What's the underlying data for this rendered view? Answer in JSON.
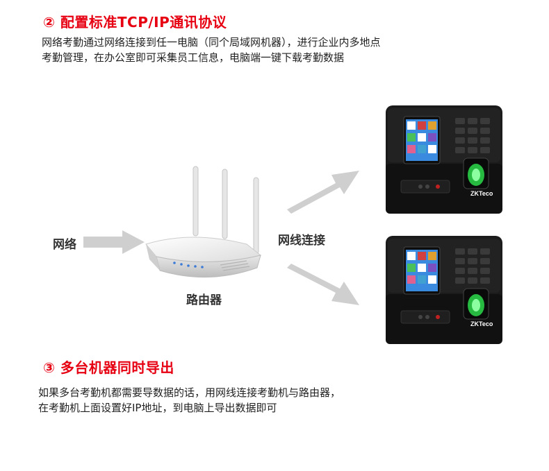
{
  "section1": {
    "title": "② 配置标准TCP/IP通讯协议",
    "lines": [
      "网络考勤通过网络连接到任一电脑（同个局域网机器），进行企业内多地点",
      "考勤管理，在办公室即可采集员工信息，电脑端一键下载考勤数据"
    ]
  },
  "diagram": {
    "network_label": "网络",
    "router_label": "路由器",
    "cable_label": "网线连接",
    "device_brand": "ZKTeco"
  },
  "section2": {
    "title": "③ 多台机器同时导出",
    "lines": [
      "如果多台考勤机都需要导数据的话，用网线连接考勤机与路由器，",
      "在考勤机上面设置好IP地址，到电脑上导出数据即可"
    ]
  },
  "colors": {
    "heading": "#e60012",
    "arrow": "#cfcfcf",
    "device_body": "#1b1b1b",
    "fingerprint_glow": "#2bd94a"
  }
}
